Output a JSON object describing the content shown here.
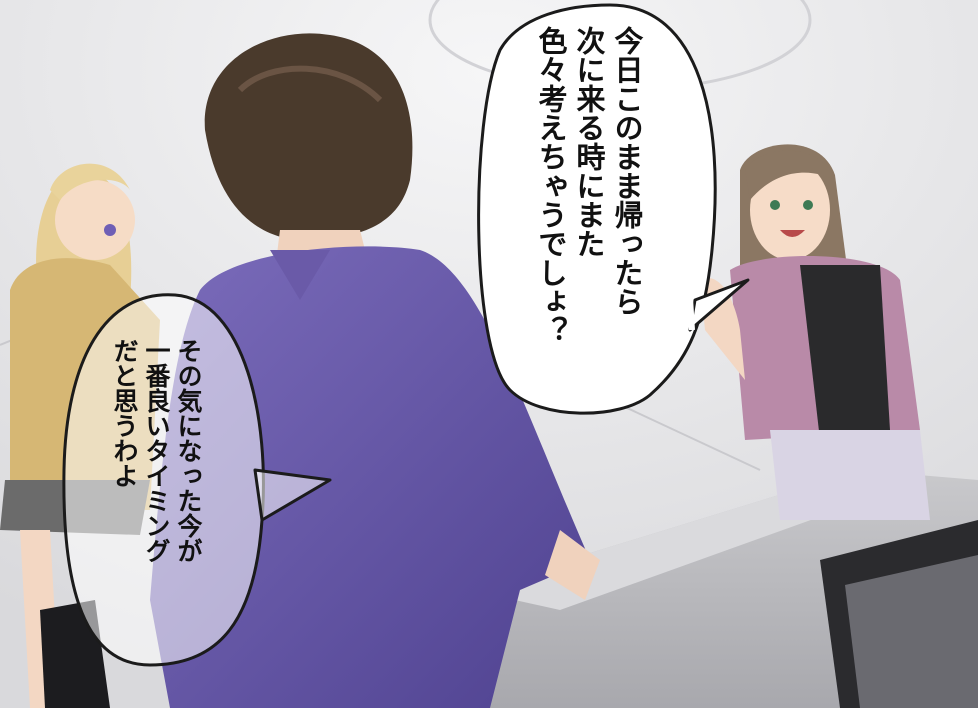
{
  "panel": {
    "bubble_right": {
      "lines": [
        "今日このまま帰ったら",
        "次に来る時にまた",
        "色々考えちゃうでしょ？"
      ]
    },
    "bubble_left": {
      "lines": [
        "その気になった今が",
        "一番良いタイミング",
        "だと思うわよ"
      ]
    },
    "colors": {
      "wall": "#e9e9ea",
      "jacket_purple": "#6a5aa8",
      "cardigan_pink": "#b98aa8",
      "sweater_yellow": "#d6b774",
      "hair_brown": "#4a3a2c"
    },
    "characters": [
      "blonde-girl",
      "dark-haired-boy",
      "brown-haired-woman"
    ]
  }
}
